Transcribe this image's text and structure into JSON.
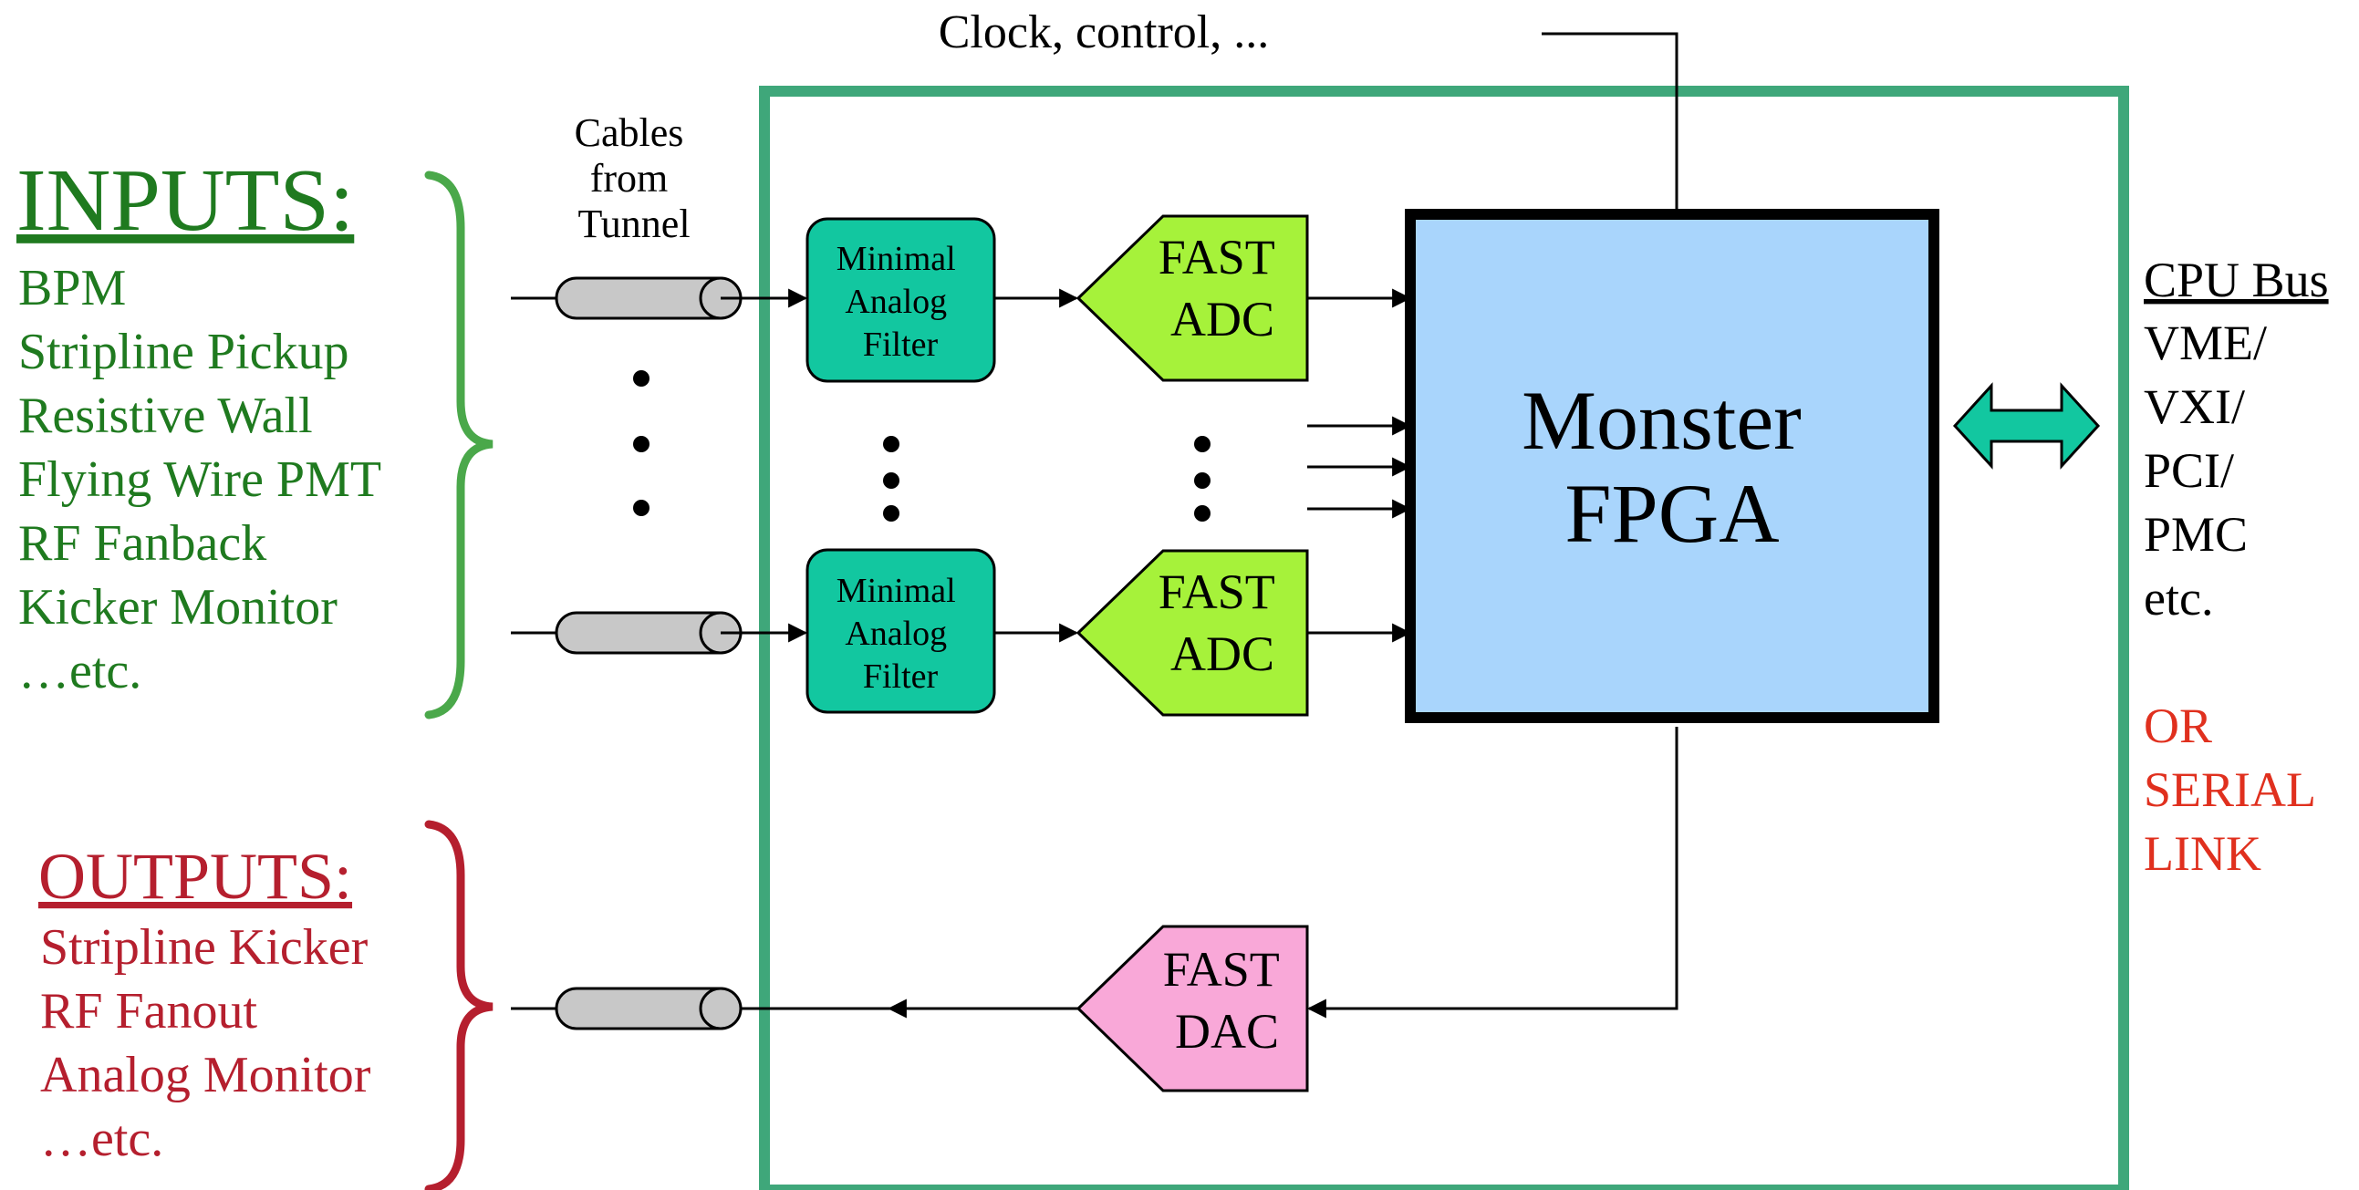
{
  "clock_label": "Clock, control, ...",
  "cables_label": [
    "Cables",
    "from",
    "Tunnel"
  ],
  "inputs": {
    "title": "INPUTS:",
    "items": [
      "BPM",
      "Stripline Pickup",
      "Resistive Wall",
      "Flying Wire PMT",
      "RF Fanback",
      "Kicker Monitor",
      "…etc."
    ],
    "color": "#1f7a1f",
    "brace_color": "#4aa84a"
  },
  "outputs": {
    "title": "OUTPUTS:",
    "items": [
      "Stripline Kicker",
      "RF Fanout",
      "Analog Monitor",
      "…etc."
    ],
    "color": "#b51f2e",
    "brace_color": "#b51f2e"
  },
  "filter_label": [
    "Minimal",
    "Analog",
    "Filter"
  ],
  "adc_label": [
    "FAST",
    "ADC"
  ],
  "dac_label": [
    "FAST",
    "DAC"
  ],
  "fpga_label": [
    "Monster",
    "FPGA"
  ],
  "cpu": {
    "title": "CPU Bus",
    "items": [
      "VME/",
      "VXI/",
      "PCI/",
      "PMC",
      "etc."
    ]
  },
  "serial": {
    "items": [
      "OR",
      "SERIAL",
      "LINK"
    ],
    "color": "#e0301e"
  },
  "colors": {
    "board": "#3fa77a",
    "filter": "#12c7a0",
    "adc": "#a6f23a",
    "dac": "#f9a8d8",
    "fpga": "#a9d5fc",
    "arrow": "#12c7a0",
    "cable": "#c8c8c8"
  }
}
